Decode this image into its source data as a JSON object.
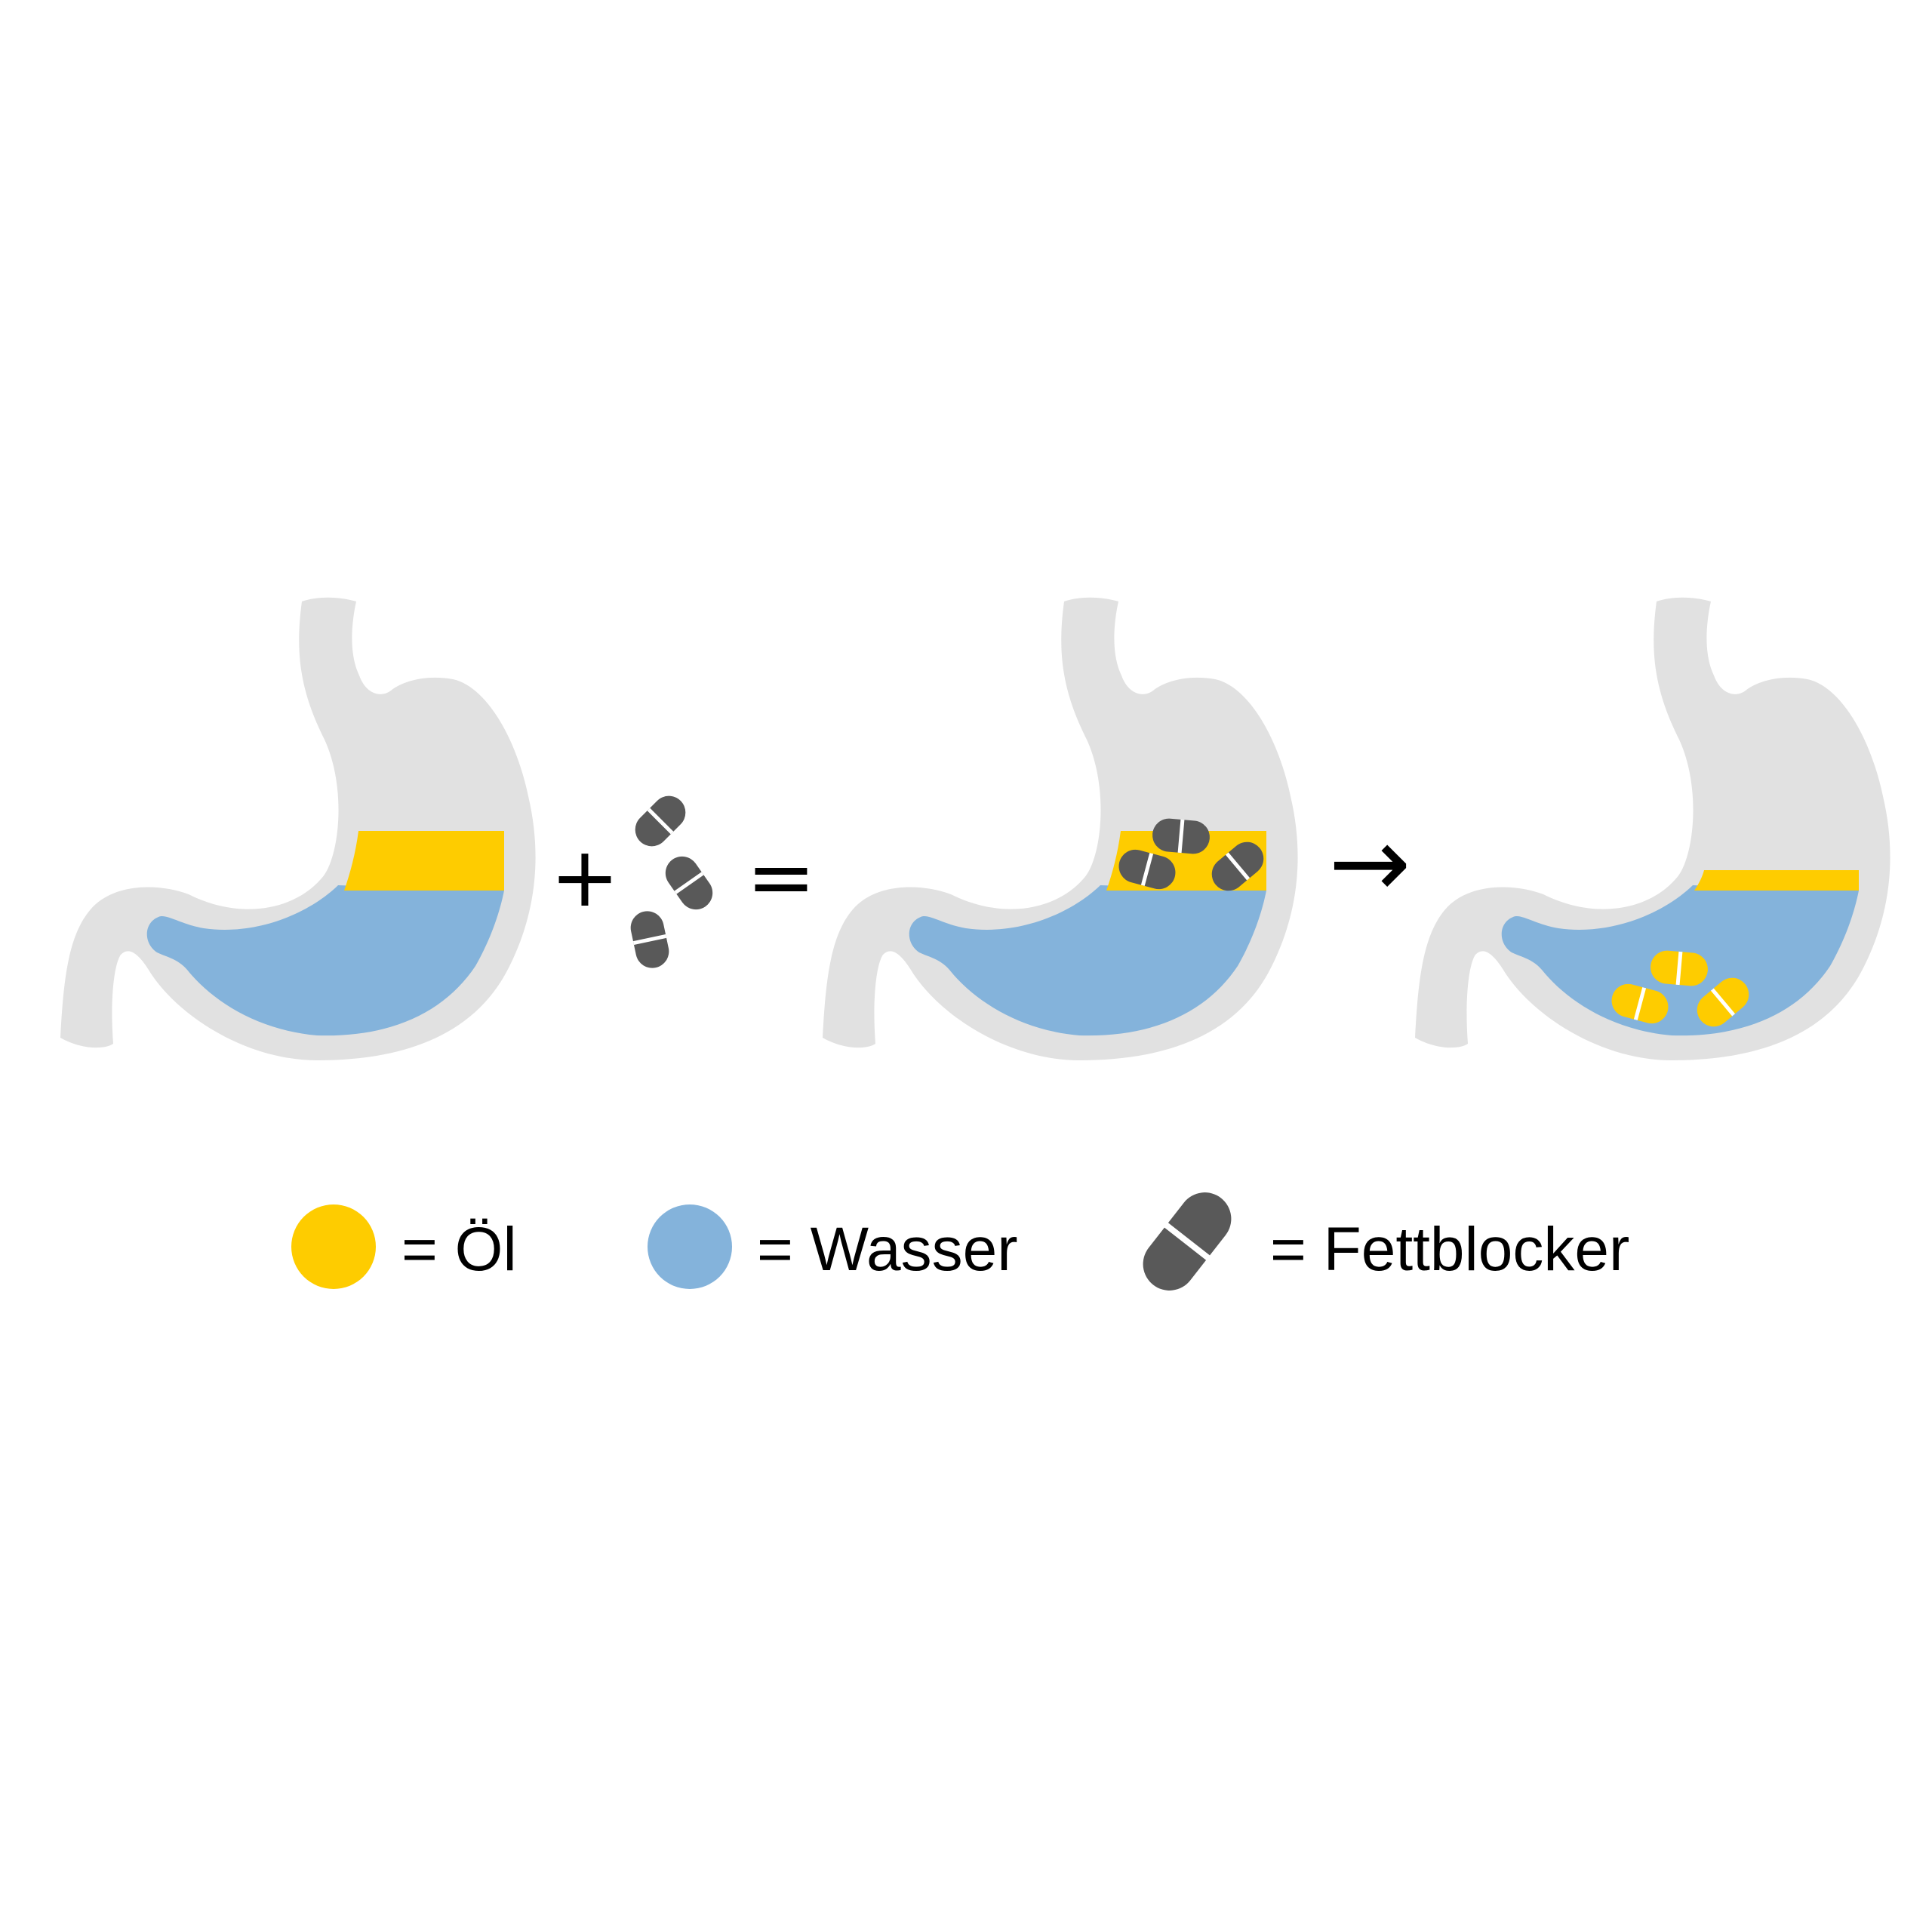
{
  "colors": {
    "stomach": "#e1e1e1",
    "oil": "#fecc00",
    "water": "#84b3db",
    "pill": "#595959",
    "pill_split": "#ffffff",
    "operator": "#000000"
  },
  "operators": {
    "plus": "+",
    "equals": "=",
    "arrow": "→"
  },
  "legend": {
    "oil_label": "= Öl",
    "water_label": "= Wasser",
    "pill_label": "= Fettblocker"
  }
}
